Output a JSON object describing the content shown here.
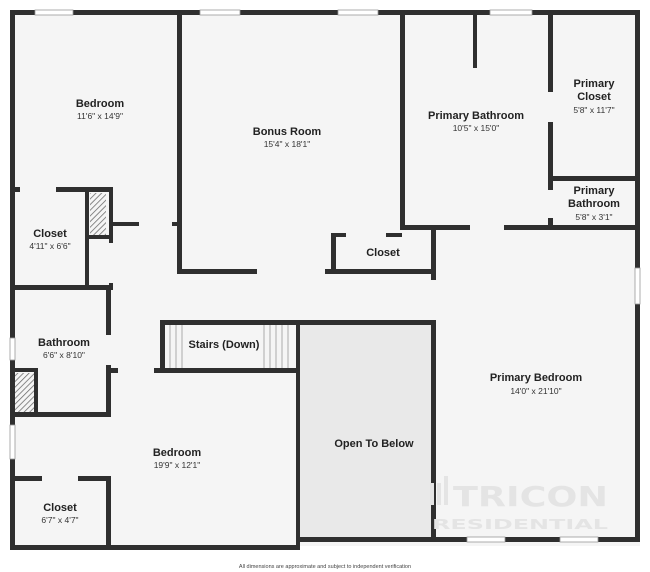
{
  "rooms": {
    "bedroom_1": {
      "name": "Bedroom",
      "dims": "11'6\" x 14'9\""
    },
    "bonus_room": {
      "name": "Bonus Room",
      "dims": "15'4\" x 18'1\""
    },
    "primary_bathroom": {
      "name": "Primary Bathroom",
      "dims": "10'5\" x 15'0\""
    },
    "primary_closet": {
      "name_line1": "Primary",
      "name_line2": "Closet",
      "dims": "5'8\" x 11'7\""
    },
    "primary_bathroom_small": {
      "name_line1": "Primary",
      "name_line2": "Bathroom",
      "dims": "5'8\" x 3'1\""
    },
    "closet_1": {
      "name": "Closet",
      "dims": "4'11\" x 6'6\""
    },
    "closet_2": {
      "name": "Closet"
    },
    "bathroom": {
      "name": "Bathroom",
      "dims": "6'6\" x 8'10\""
    },
    "stairs": {
      "name": "Stairs (Down)"
    },
    "open_to_below": {
      "name": "Open To Below"
    },
    "primary_bedroom": {
      "name": "Primary Bedroom",
      "dims": "14'0\" x 21'10\""
    },
    "bedroom_2": {
      "name": "Bedroom",
      "dims": "19'9\" x 12'1\""
    },
    "closet_3": {
      "name": "Closet",
      "dims": "6'7\" x 4'7\""
    }
  },
  "logo": {
    "brand": "TRICON",
    "sub": "RESIDENTIAL"
  },
  "footer": {
    "disclaimer": "All dimensions are approximate and subject to independent verification"
  },
  "colors": {
    "wall": "#2f2f2f",
    "floor": "#f5f5f5",
    "open_area": "#e9e9e9",
    "logo": "#e4e4e4"
  }
}
